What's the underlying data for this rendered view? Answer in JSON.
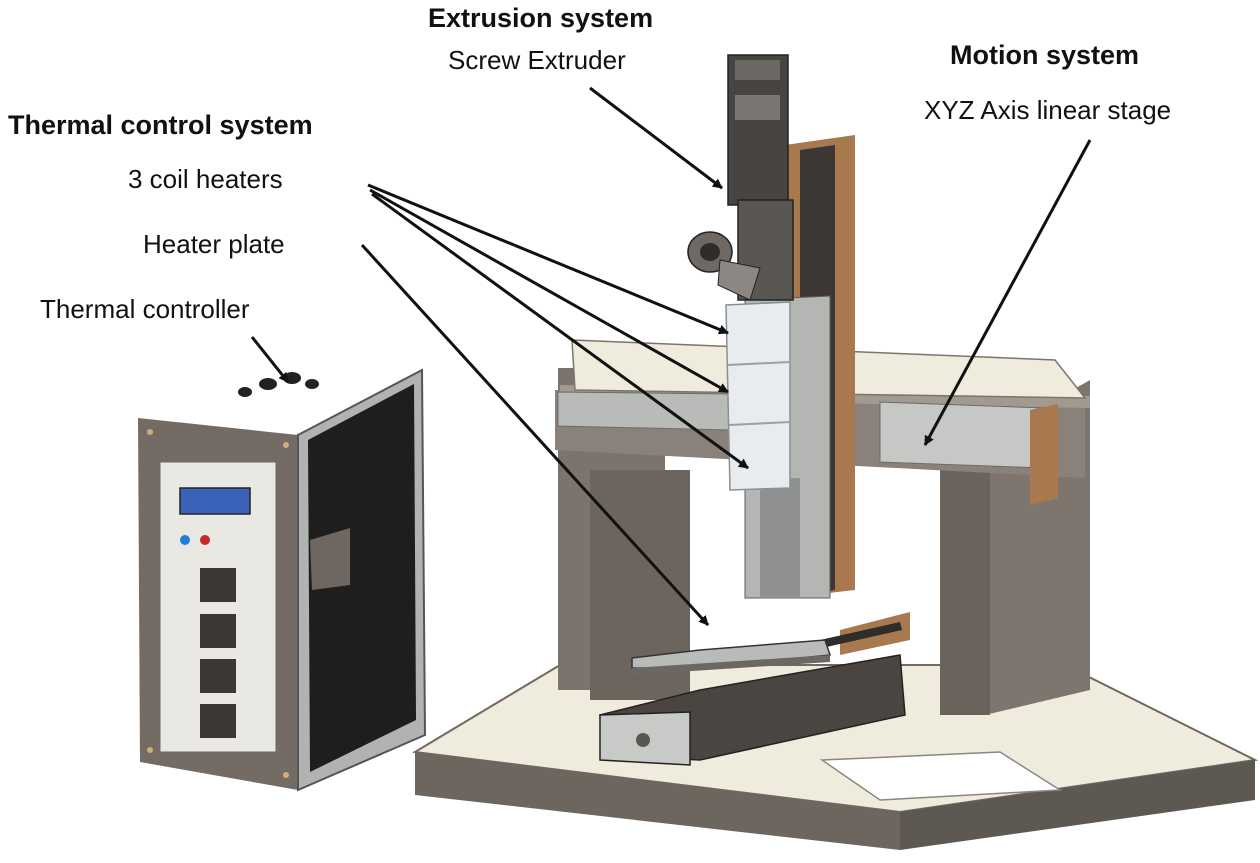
{
  "sections": {
    "extrusion": {
      "title": "Extrusion system",
      "component": "Screw Extruder"
    },
    "motion": {
      "title": "Motion system",
      "component": "XYZ Axis linear stage"
    },
    "thermal": {
      "title": "Thermal control system",
      "components": [
        "3 coil heaters",
        "Heater plate",
        "Thermal controller"
      ]
    }
  },
  "colors": {
    "frame": "#7a726a",
    "frame_dark": "#5d5650",
    "base_top": "#efecdd",
    "rail": "#b9bbb8",
    "wood": "#a8794f",
    "heater": "#e9ecee",
    "arrow": "#111111",
    "lcd": "#3a62b8"
  }
}
